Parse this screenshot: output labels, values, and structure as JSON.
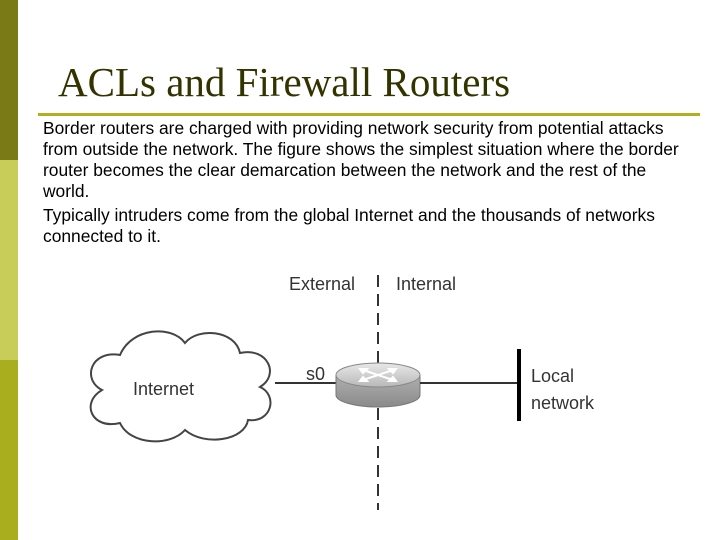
{
  "slide": {
    "title": "ACLs and Firewall Routers",
    "paragraphs": [
      "Border routers are charged with providing network security from potential attacks from outside the network. The figure shows the simplest situation where the border router becomes the clear demarcation between the network and the rest of the world.",
      "Typically intruders come from the global Internet and the thousands of networks connected to it."
    ]
  },
  "diagram": {
    "external_label": "External",
    "internal_label": "Internal",
    "cloud_label": "Internet",
    "interface_label": "s0",
    "local_network_label_line1": "Local",
    "local_network_label_line2": "network",
    "icons": [
      "cloud-icon",
      "router-icon"
    ]
  },
  "colors": {
    "sidebar_dark": "#7a7a16",
    "sidebar_light": "#c8cc58",
    "sidebar_mid": "#a8ae1e",
    "title_rule": "#b0b020",
    "title_text": "#333300"
  }
}
